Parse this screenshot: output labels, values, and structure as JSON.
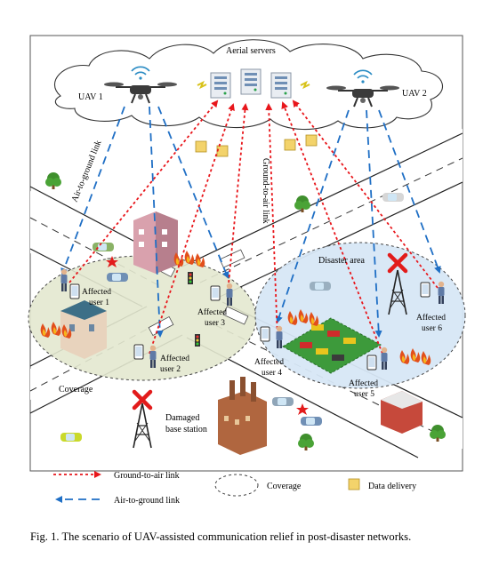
{
  "figure": {
    "cloud_label": "Aerial servers",
    "uav1_label": "UAV 1",
    "uav2_label": "UAV 2",
    "air_to_ground_rotated": "Air-to-ground link",
    "ground_to_air_rotated": "Ground-to-air link",
    "disaster_area_label": "Disaster area",
    "coverage_label": "Coverage",
    "damaged_station_line1": "Damaged",
    "damaged_station_line2": "base station",
    "users": [
      {
        "line1": "Affected",
        "line2": "user 1"
      },
      {
        "line1": "Affected",
        "line2": "user 2"
      },
      {
        "line1": "Affected",
        "line2": "user 3"
      },
      {
        "line1": "Affected",
        "line2": "user 4"
      },
      {
        "line1": "Affected",
        "line2": "user 5"
      },
      {
        "line1": "Affected",
        "line2": "user 6"
      }
    ],
    "legend": {
      "ground_to_air": "Ground-to-air link",
      "air_to_ground": "Air-to-ground link",
      "coverage": "Coverage",
      "data_delivery": "Data delivery"
    },
    "colors": {
      "ground_to_air": "#e8161b",
      "air_to_ground": "#1f6fc5",
      "coverage_fill": "#e3e8cf",
      "disaster_fill": "#d7e7f5",
      "data_delivery": "#f3d36b"
    }
  },
  "caption": {
    "text": "Fig. 1.   The scenario of UAV-assisted communication relief in post-disaster networks."
  }
}
